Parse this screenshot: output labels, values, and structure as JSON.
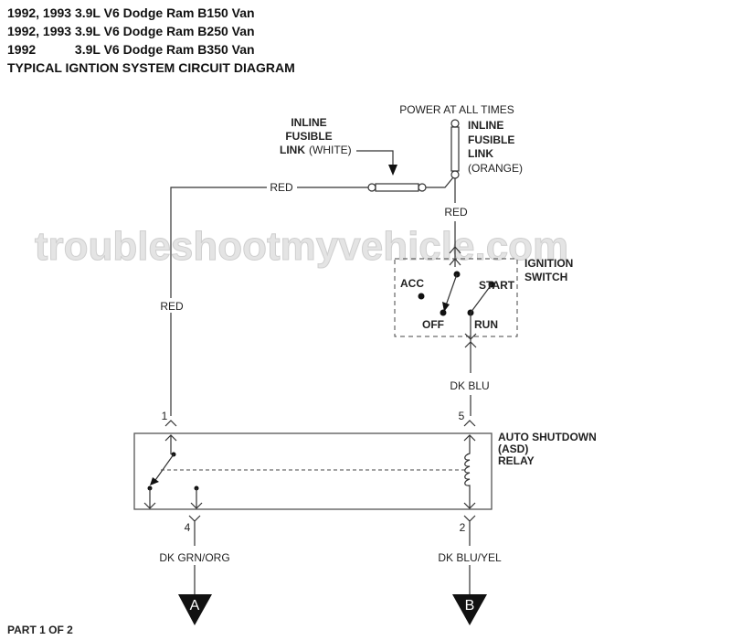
{
  "header": {
    "lines": [
      "1992, 1993 3.9L V6 Dodge Ram B150 Van",
      "1992, 1993 3.9L V6 Dodge Ram B250 Van",
      "1992           3.9L V6 Dodge Ram B350 Van",
      "TYPICAL IGNTION SYSTEM CIRCUIT DIAGRAM"
    ]
  },
  "diagram": {
    "power_label": "POWER AT ALL TIMES",
    "fusible_orange": [
      "INLINE",
      "FUSIBLE",
      "LINK",
      "(ORANGE)"
    ],
    "fusible_white": [
      "INLINE",
      "FUSIBLE",
      "LINK",
      "(WHITE)"
    ],
    "wire_red_top": "RED",
    "wire_red_right": "RED",
    "wire_red_left": "RED",
    "ignition_switch": [
      "IGNITION",
      "SWITCH"
    ],
    "switch_positions": {
      "acc": "ACC",
      "off": "OFF",
      "run": "RUN",
      "start": "START"
    },
    "wire_dk_blu": "DK BLU",
    "relay_label": [
      "AUTO SHUTDOWN",
      "(ASD)",
      "RELAY"
    ],
    "pins": {
      "p1": "1",
      "p5": "5",
      "p4": "4",
      "p2": "2"
    },
    "wire_dk_grn_org": "DK GRN/ORG",
    "wire_dk_blu_yel": "DK BLU/YEL",
    "connector_a": "A",
    "connector_b": "B",
    "watermark": "troubleshootmyvehicle.com"
  },
  "footer": {
    "part": "PART 1 OF 2"
  }
}
